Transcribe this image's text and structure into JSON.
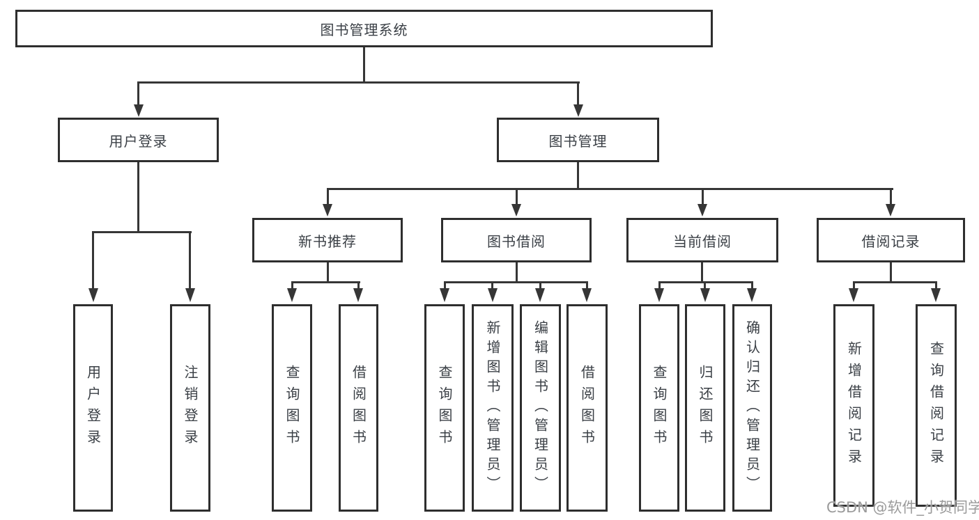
{
  "watermark": "CSDN @软件_小贺同学",
  "colors": {
    "line": "#363636",
    "box_border": "#2e2e2e",
    "text": "#3a3f45",
    "background": "#ffffff",
    "watermark": "#9b9b9b"
  },
  "tree": {
    "root": "图书管理系统",
    "level2": [
      "用户登录",
      "图书管理"
    ],
    "level3": [
      "新书推荐",
      "图书借阅",
      "当前借阅",
      "借阅记录"
    ],
    "leaves": {
      "user_login": [
        "用户登录",
        "注销登录"
      ],
      "new_book_recommend": [
        "查询图书",
        "借阅图书"
      ],
      "book_borrow": [
        "查询图书",
        "新增图书（管理员）",
        "编辑图书（管理员）",
        "借阅图书"
      ],
      "current_borrow": [
        "查询图书",
        "归还图书",
        "确认归还（管理员）"
      ],
      "borrow_record": [
        "新增借阅记录",
        "查询借阅记录"
      ]
    }
  }
}
